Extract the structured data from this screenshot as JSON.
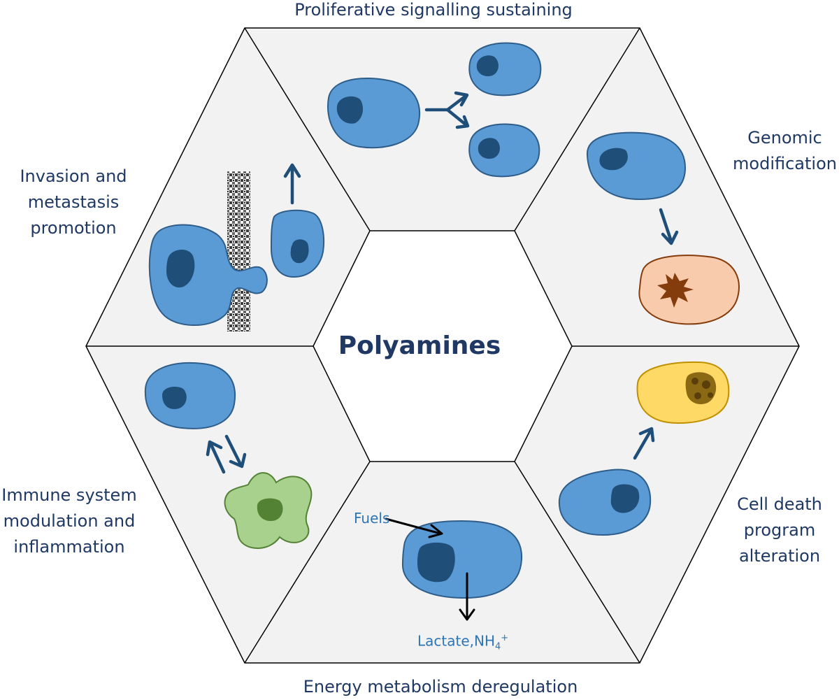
{
  "center": {
    "title": "Polyamines"
  },
  "segments": {
    "proliferative": {
      "label": "Proliferative signalling sustaining"
    },
    "genomic": {
      "label": "Genomic\nmodification"
    },
    "cell_death": {
      "label": "Cell death\nprogram\nalteration"
    },
    "energy": {
      "label": "Energy metabolism deregulation",
      "input_label": "Fuels",
      "output_label": "Lactate,NH",
      "output_sub": "4",
      "output_sup": "+"
    },
    "immune": {
      "label": "Immune system\nmodulation and\ninflammation"
    },
    "invasion": {
      "label": "Invasion and\nmetastasis\npromotion"
    }
  },
  "colors": {
    "cell_fill": "#5b9bd5",
    "cell_stroke": "#2e5d8a",
    "nucleus": "#1f4e79",
    "arrow_blue": "#1f4e79",
    "arrow_black": "#000000",
    "damaged_cell_fill": "#f8cbad",
    "damaged_cell_stroke": "#843c0c",
    "damage_star": "#843c0c",
    "apoptotic_cell_fill": "#ffd966",
    "apoptotic_cell_stroke": "#bf9000",
    "immune_cell_fill": "#a9d18e",
    "immune_cell_stroke": "#548235",
    "immune_nucleus": "#548235",
    "segment_fill": "#f2f2f2",
    "outline": "#000000",
    "title_color": "#1f3864",
    "fuel_text": "#2e75b6"
  }
}
